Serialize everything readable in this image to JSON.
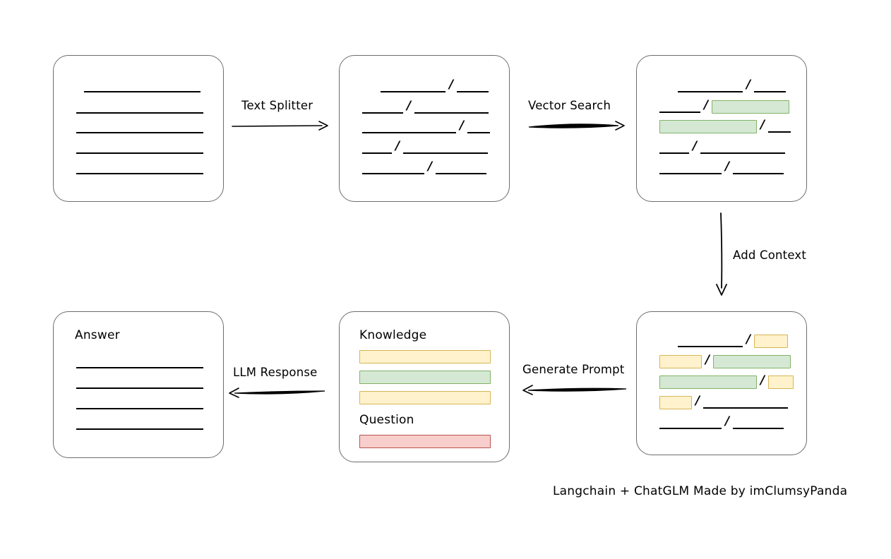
{
  "diagram": {
    "caption": "Langchain + ChatGLM Made by imClumsyPanda",
    "colors": {
      "green_fill": "#d5e8d4",
      "green_stroke": "#82b366",
      "yellow_fill": "#fff2cc",
      "yellow_stroke": "#d6b656",
      "red_fill": "#f8cecc",
      "red_stroke": "#b85450",
      "box_stroke": "#6d6d6d",
      "line_stroke": "#000000"
    },
    "boxes": [
      {
        "id": "source-document",
        "label": "",
        "lines": [
          {
            "segments": [
              {
                "type": "plain"
              }
            ]
          },
          {
            "segments": [
              {
                "type": "plain"
              }
            ]
          },
          {
            "segments": [
              {
                "type": "plain"
              }
            ]
          },
          {
            "segments": [
              {
                "type": "plain"
              }
            ]
          },
          {
            "segments": [
              {
                "type": "plain"
              }
            ]
          }
        ]
      },
      {
        "id": "split-chunks",
        "label": "",
        "lines": [
          {
            "segments": [
              {
                "type": "plain"
              },
              {
                "type": "slash",
                "text": "/"
              },
              {
                "type": "plain"
              }
            ]
          },
          {
            "segments": [
              {
                "type": "plain"
              },
              {
                "type": "slash",
                "text": "/"
              },
              {
                "type": "plain"
              }
            ]
          },
          {
            "segments": [
              {
                "type": "plain"
              },
              {
                "type": "slash",
                "text": "/"
              },
              {
                "type": "plain"
              }
            ]
          },
          {
            "segments": [
              {
                "type": "plain"
              },
              {
                "type": "slash",
                "text": "/"
              },
              {
                "type": "plain"
              }
            ]
          },
          {
            "segments": [
              {
                "type": "plain"
              },
              {
                "type": "slash",
                "text": "/"
              },
              {
                "type": "plain"
              }
            ]
          }
        ]
      },
      {
        "id": "matched-chunks",
        "label": "",
        "lines": [
          {
            "segments": [
              {
                "type": "plain"
              },
              {
                "type": "slash",
                "text": "/"
              },
              {
                "type": "plain"
              }
            ]
          },
          {
            "segments": [
              {
                "type": "plain"
              },
              {
                "type": "slash",
                "text": "/"
              },
              {
                "type": "green"
              }
            ]
          },
          {
            "segments": [
              {
                "type": "green"
              },
              {
                "type": "slash",
                "text": "/"
              },
              {
                "type": "plain"
              }
            ]
          },
          {
            "segments": [
              {
                "type": "plain"
              },
              {
                "type": "slash",
                "text": "/"
              },
              {
                "type": "plain"
              }
            ]
          },
          {
            "segments": [
              {
                "type": "plain"
              },
              {
                "type": "slash",
                "text": "/"
              },
              {
                "type": "plain"
              }
            ]
          }
        ]
      },
      {
        "id": "context-chunks",
        "label": "",
        "lines": [
          {
            "segments": [
              {
                "type": "plain"
              },
              {
                "type": "slash",
                "text": "/"
              },
              {
                "type": "yellow"
              }
            ]
          },
          {
            "segments": [
              {
                "type": "yellow"
              },
              {
                "type": "slash",
                "text": "/"
              },
              {
                "type": "green"
              }
            ]
          },
          {
            "segments": [
              {
                "type": "green"
              },
              {
                "type": "slash",
                "text": "/"
              },
              {
                "type": "yellow"
              }
            ]
          },
          {
            "segments": [
              {
                "type": "yellow"
              },
              {
                "type": "slash",
                "text": "/"
              },
              {
                "type": "plain"
              }
            ]
          },
          {
            "segments": [
              {
                "type": "plain"
              },
              {
                "type": "slash",
                "text": "/"
              },
              {
                "type": "plain"
              }
            ]
          }
        ]
      },
      {
        "id": "prompt",
        "labels": {
          "knowledge": "Knowledge",
          "question": "Question"
        },
        "chips": [
          {
            "color": "yellow"
          },
          {
            "color": "green"
          },
          {
            "color": "yellow"
          },
          {
            "color": "red"
          }
        ]
      },
      {
        "id": "answer",
        "label": "Answer",
        "lines": [
          {
            "segments": [
              {
                "type": "plain"
              }
            ]
          },
          {
            "segments": [
              {
                "type": "plain"
              }
            ]
          },
          {
            "segments": [
              {
                "type": "plain"
              }
            ]
          },
          {
            "segments": [
              {
                "type": "plain"
              }
            ]
          }
        ]
      }
    ],
    "arrows": [
      {
        "id": "text-splitter",
        "label": "Text Splitter",
        "direction": "right"
      },
      {
        "id": "vector-search",
        "label": "Vector Search",
        "direction": "right"
      },
      {
        "id": "add-context",
        "label": "Add Context",
        "direction": "down"
      },
      {
        "id": "generate-prompt",
        "label": "Generate Prompt",
        "direction": "left"
      },
      {
        "id": "llm-response",
        "label": "LLM Response",
        "direction": "left"
      }
    ]
  }
}
